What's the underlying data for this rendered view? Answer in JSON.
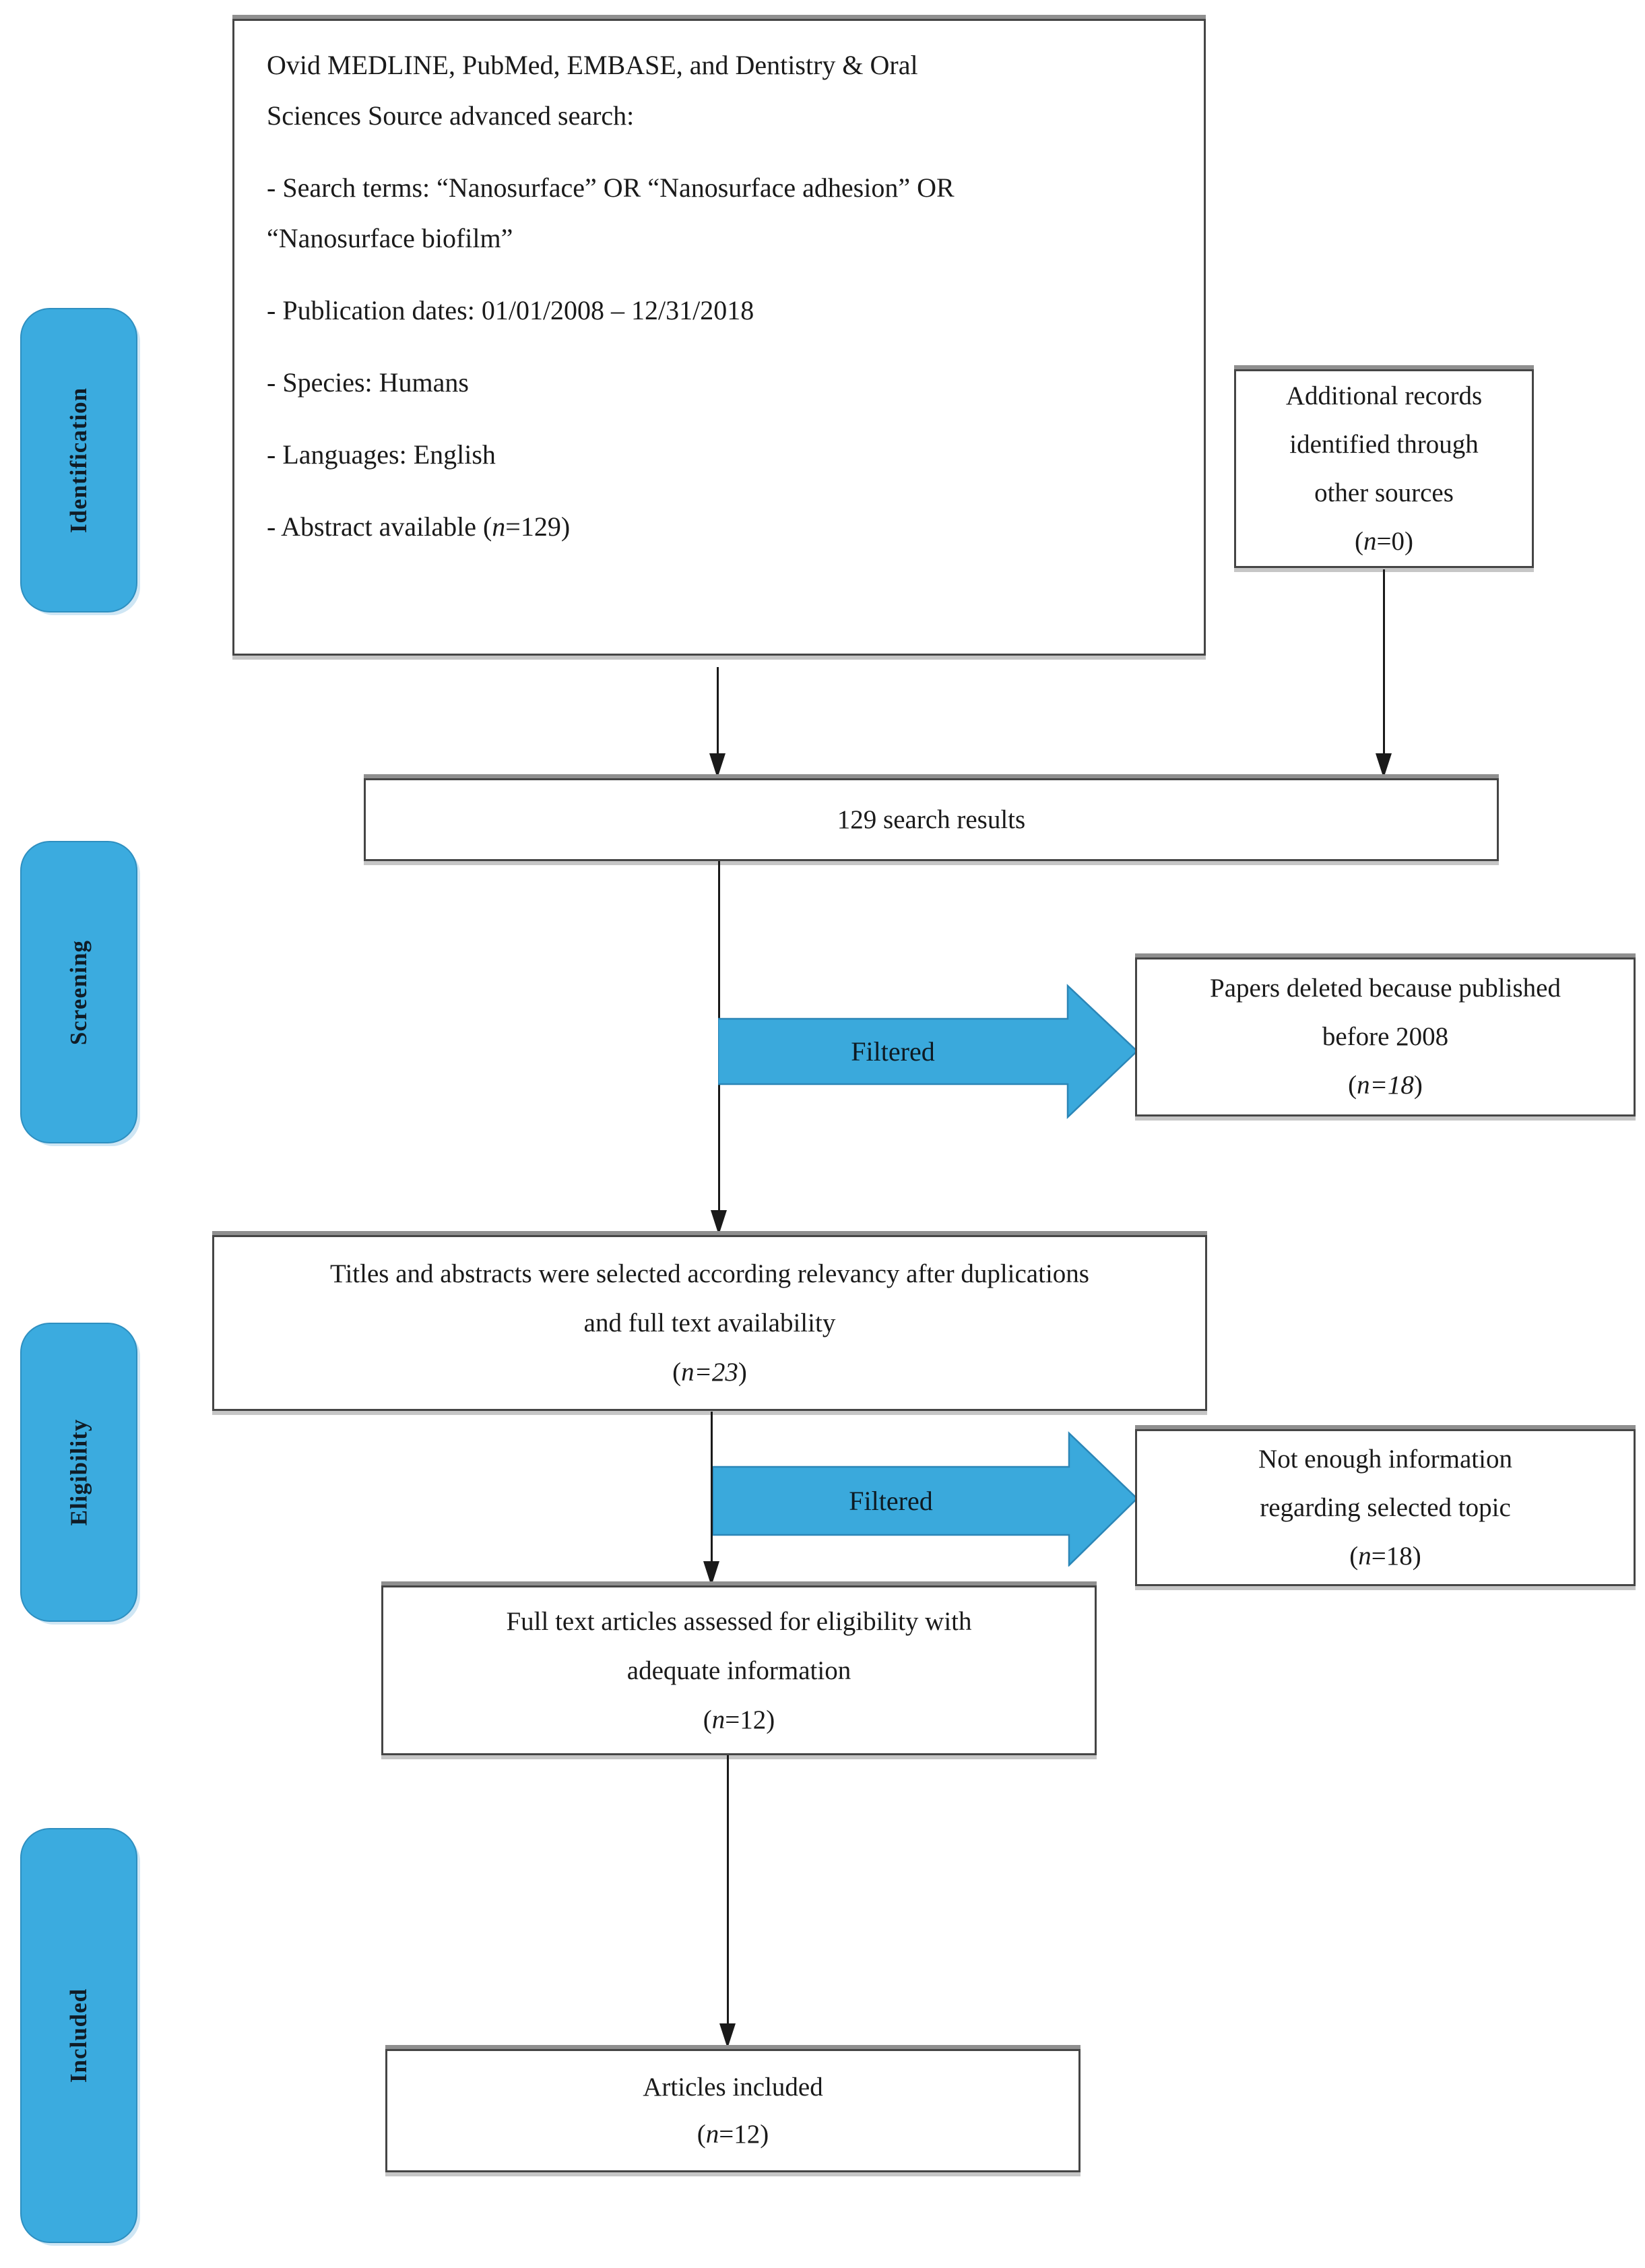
{
  "colors": {
    "stage_fill": "#3babdf",
    "stage_border": "#2e8fc0",
    "arrow_fill": "#3aa9dc",
    "arrow_border": "#2b86b7",
    "box_border": "#454545",
    "box_shadow_top": "#8f8f8f",
    "box_shadow_bottom": "#c6c6c6",
    "text": "#1a1a1a"
  },
  "stages": [
    {
      "label": "Identification"
    },
    {
      "label": "Screening"
    },
    {
      "label": "Eligibility"
    },
    {
      "label": "Included"
    }
  ],
  "source_box": {
    "lines": [
      "Ovid MEDLINE, PubMed, EMBASE, and Dentistry & Oral",
      "Sciences Source advanced search:",
      "- Search terms: “Nanosurface” OR “Nanosurface adhesion” OR",
      "“Nanosurface biofilm”",
      "- Publication dates: 01/01/2008 – 12/31/2018",
      "- Species: Humans",
      "- Languages: English"
    ],
    "abstract_pre": "- Abstract available (",
    "abstract_n": "n",
    "abstract_post": "=129)"
  },
  "additional_box": {
    "lines": [
      "Additional records",
      "identified through",
      "other sources"
    ],
    "count_pre": "(",
    "count_n": "n",
    "count_post": "=0)"
  },
  "results_box": {
    "text": "129 search results"
  },
  "filter_arrow_1": {
    "label": "Filtered"
  },
  "deleted_box": {
    "lines": [
      "Papers deleted because published",
      "before 2008"
    ],
    "count_pre": "(",
    "count_n": "n=18",
    "count_post": ")"
  },
  "titles_box": {
    "lines": [
      "Titles and abstracts were selected according relevancy after duplications",
      "and full text availability"
    ],
    "count_pre": "(",
    "count_n": "n=23",
    "count_post": ")"
  },
  "filter_arrow_2": {
    "label": "Filtered"
  },
  "not_enough_box": {
    "lines": [
      "Not enough information",
      "regarding selected topic"
    ],
    "count_pre": "(",
    "count_n": "n",
    "count_post": "=18)"
  },
  "fulltext_box": {
    "lines": [
      "Full text articles assessed for eligibility with",
      "adequate information"
    ],
    "count_pre": "(",
    "count_n": "n",
    "count_post": "=12)"
  },
  "included_box": {
    "lines": [
      "Articles included"
    ],
    "count_pre": "(",
    "count_n": "n",
    "count_post": "=12)"
  }
}
